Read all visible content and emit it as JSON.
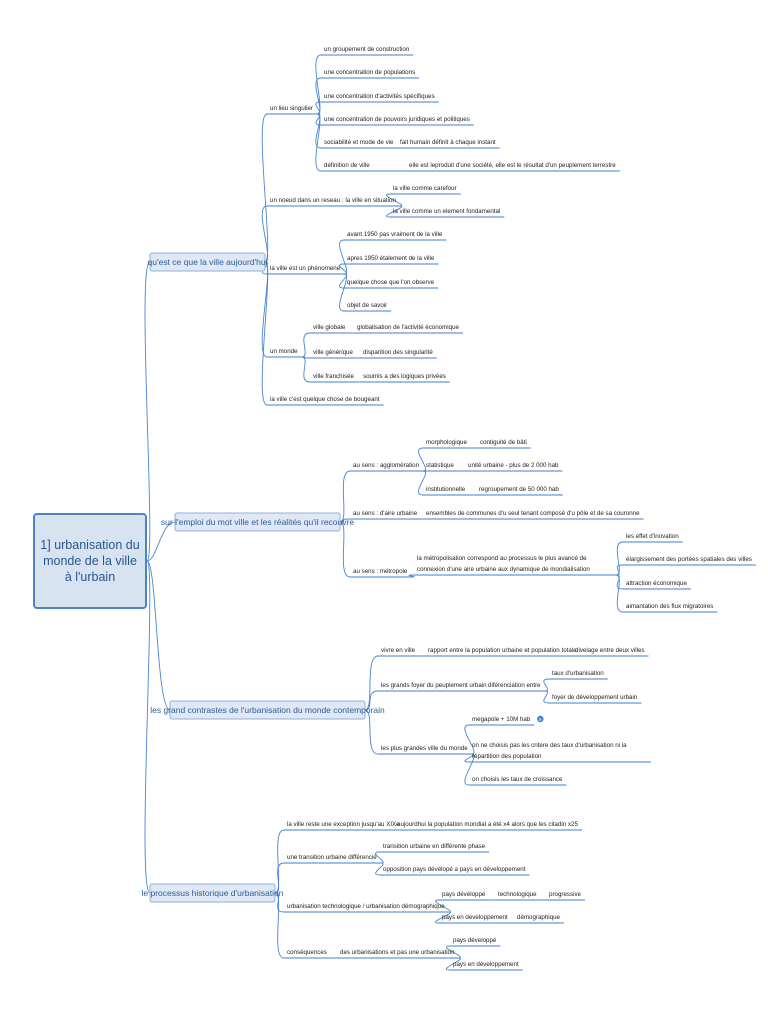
{
  "root": {
    "title": "1] urbanisation du monde de la ville à l'urbain"
  },
  "sections": [
    {
      "label": "qu'est ce que la ville aujourd'hui",
      "children": [
        {
          "label": "un lieu singulier",
          "children": [
            {
              "label": "un groupement de construction"
            },
            {
              "label": "une concentration de populations"
            },
            {
              "label": "une concentration d'activités spécifiques"
            },
            {
              "label": "une concentration de pouvoirs juridiques et politiques"
            },
            {
              "label": "sociabilité et mode de vie",
              "children": [
                {
                  "label": "fait humain définit à chaque instant"
                }
              ]
            },
            {
              "label": "définition de ville",
              "children": [
                {
                  "label": "elle est leproduit d'une société, elle est le résultat d'un peuplement terrestre"
                }
              ]
            }
          ]
        },
        {
          "label": "un noeud dans un reseau : la ville en situation",
          "children": [
            {
              "label": "la ville comme carefour"
            },
            {
              "label": "la ville comme un element fondamental"
            }
          ]
        },
        {
          "label": "la ville est un phénomene",
          "children": [
            {
              "label": "avant 1950 pas vraiment de la ville"
            },
            {
              "label": "apres 1950 étalement de la ville"
            },
            {
              "label": "quelque chose que l'on observe"
            },
            {
              "label": "objet de savoir"
            }
          ]
        },
        {
          "label": "un monde",
          "children": [
            {
              "label": "ville globale",
              "children": [
                {
                  "label": "globalisation de l'activité économique"
                }
              ]
            },
            {
              "label": "ville générique",
              "children": [
                {
                  "label": "disparition des singularité"
                }
              ]
            },
            {
              "label": "ville franchisée",
              "children": [
                {
                  "label": "soumis a des logiques privées"
                }
              ]
            }
          ]
        },
        {
          "label": "la ville c'est quelque chose de bougeant"
        }
      ]
    },
    {
      "label": "sur l'emploi du mot ville et les réalités qu'il recouvre",
      "children": [
        {
          "label": "au sens : agglomération",
          "children": [
            {
              "label": "morphologique",
              "children": [
                {
                  "label": "contiguité de bâti"
                }
              ]
            },
            {
              "label": "statistique",
              "children": [
                {
                  "label": "unité urbaine - plus de 2 000 hab"
                }
              ]
            },
            {
              "label": "institutionnelle",
              "children": [
                {
                  "label": "regroupement de 50 000 hab"
                }
              ]
            }
          ]
        },
        {
          "label": "au sens : d'aire urbaine",
          "children": [
            {
              "label": "ensembles de communes d'u seul tenant composé d'u pôle et de sa couronne"
            }
          ]
        },
        {
          "label": "au sens : métropole",
          "children": [
            {
              "label": "la métropolisation correspond au processus le plus avancé de connexion d'une aire urbaine aux dynamique de mondialisation",
              "children": [
                {
                  "label": "les effet d'inovation"
                },
                {
                  "label": "élargissement des portées spatiales des villes"
                },
                {
                  "label": "attraction économique"
                },
                {
                  "label": "aimantation des flux migratoires"
                }
              ]
            }
          ]
        }
      ]
    },
    {
      "label": "les grand contrastes de l'urbanisation du monde contemporain",
      "children": [
        {
          "label": "vivre en ville",
          "children": [
            {
              "label": "rapport entre la population urbaine et population totale",
              "children": [
                {
                  "label": "divelage entre deux villes"
                }
              ]
            }
          ]
        },
        {
          "label": "les grands foyer du peuplement urbain",
          "children": [
            {
              "label": "diférenciation entre",
              "children": [
                {
                  "label": "taux d'urbanisation"
                },
                {
                  "label": "foyer de développement urbain"
                }
              ]
            }
          ]
        },
        {
          "label": "les plus grandes ville du monde",
          "children": [
            {
              "label": "megapole + 10M hab",
              "badge": "9"
            },
            {
              "label": "on ne choisis pas les critere des taux d'urbanisation ni la répartition des population"
            },
            {
              "label": "on choisis les taux de croissance"
            }
          ]
        }
      ]
    },
    {
      "label": "le processus historique d'urbanisation",
      "children": [
        {
          "label": "la ville reste une exception jusqu'au XIXe",
          "children": [
            {
              "label": "aujourdhui la population mondial a été x4 alors que les citadin x25"
            }
          ]
        },
        {
          "label": "une transition urbaine différencié",
          "children": [
            {
              "label": "transition urbaine en différente phase"
            },
            {
              "label": "opposition pays dévélopé a pays en développement"
            }
          ]
        },
        {
          "label": "urbanisation technologique / urbanisation démographique",
          "children": [
            {
              "label": "pays dévéloppé",
              "children": [
                {
                  "label": "technologique",
                  "children": [
                    {
                      "label": "progressive"
                    }
                  ]
                }
              ]
            },
            {
              "label": "pays en developpement",
              "children": [
                {
                  "label": "démographique"
                }
              ]
            }
          ]
        },
        {
          "label": "conséquences",
          "children": [
            {
              "label": "des urbanisations et pas une urbanisation",
              "children": [
                {
                  "label": "pays développé"
                },
                {
                  "label": "pays en développement"
                }
              ]
            }
          ]
        }
      ]
    }
  ]
}
